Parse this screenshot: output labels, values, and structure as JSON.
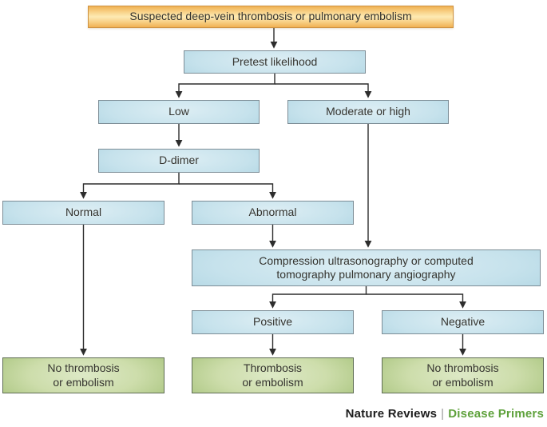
{
  "diagram": {
    "type": "flowchart",
    "nodes": {
      "start": {
        "label": "Suspected deep-vein thrombosis or pulmonary embolism"
      },
      "pretest": {
        "label": "Pretest likelihood"
      },
      "low": {
        "label": "Low"
      },
      "moderate": {
        "label": "Moderate or high"
      },
      "ddimer": {
        "label": "D-dimer"
      },
      "normal": {
        "label": "Normal"
      },
      "abnormal": {
        "label": "Abnormal"
      },
      "imaging": {
        "label": "Compression ultrasonography or computed\ntomography pulmonary angiography"
      },
      "positive": {
        "label": "Positive"
      },
      "negative": {
        "label": "Negative"
      },
      "outcome_left": {
        "label": "No thrombosis\nor embolism"
      },
      "outcome_mid": {
        "label": "Thrombosis\nor embolism"
      },
      "outcome_right": {
        "label": "No thrombosis\nor embolism"
      }
    },
    "edges": [
      {
        "from": "start",
        "to": "pretest"
      },
      {
        "from": "pretest",
        "to": "low"
      },
      {
        "from": "pretest",
        "to": "moderate"
      },
      {
        "from": "low",
        "to": "ddimer"
      },
      {
        "from": "ddimer",
        "to": "normal"
      },
      {
        "from": "ddimer",
        "to": "abnormal"
      },
      {
        "from": "abnormal",
        "to": "imaging"
      },
      {
        "from": "moderate",
        "to": "imaging"
      },
      {
        "from": "imaging",
        "to": "positive"
      },
      {
        "from": "imaging",
        "to": "negative"
      },
      {
        "from": "normal",
        "to": "outcome_left"
      },
      {
        "from": "positive",
        "to": "outcome_mid"
      },
      {
        "from": "negative",
        "to": "outcome_right"
      }
    ],
    "colors": {
      "start_border": "#cf9342",
      "decision_border": "#7d8d96",
      "outcome_border": "#5f6d55",
      "connector": "#2d2d2d",
      "footer_green": "#5ea13b",
      "footer_dark": "#1c1c1c"
    },
    "footer": {
      "journal": "Nature Reviews",
      "separator": "|",
      "series": "Disease Primers"
    }
  }
}
